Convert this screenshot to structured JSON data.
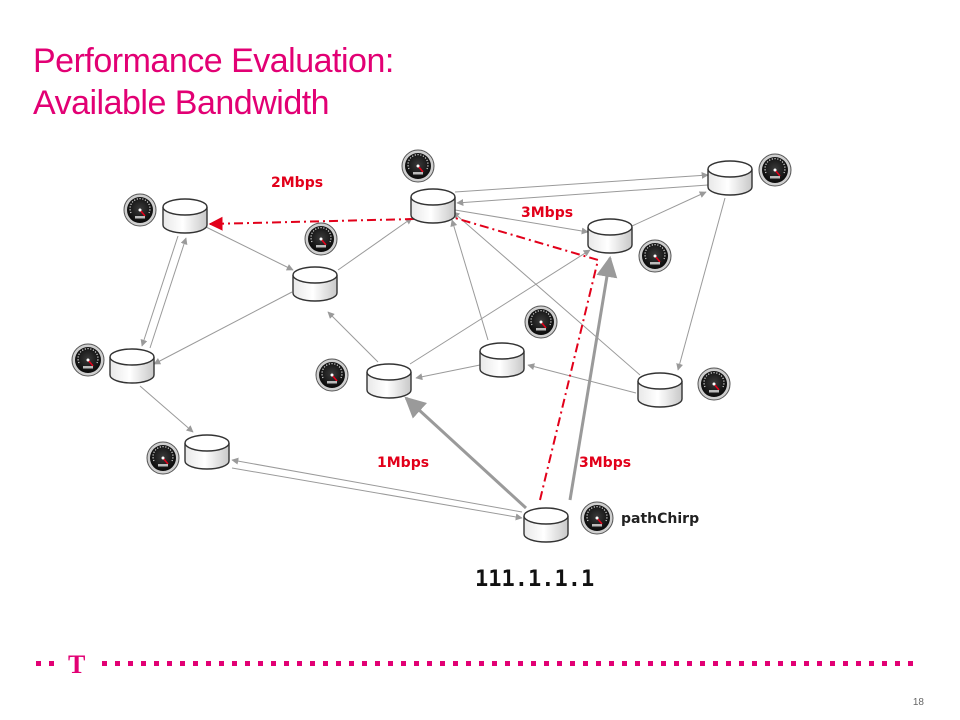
{
  "slide": {
    "title_line1": "Performance Evaluation:",
    "title_line2": "Available Bandwidth",
    "page_number": "18"
  },
  "brand": {
    "color": "#e20074",
    "logo_letter": "T"
  },
  "diagram": {
    "edge_labels": {
      "top_left": "2Mbps",
      "top_right": "3Mbps",
      "bottom_left": "1Mbps",
      "bottom_right": "3Mbps"
    },
    "tool_label": "pathChirp",
    "source_ip": "111.1.1.1",
    "colors": {
      "link": "#9a9a9a",
      "measured_path": "#e2001a",
      "label_red": "#e2001a"
    },
    "icons": {
      "node": "router-cylinder-icon",
      "meter": "speedometer-icon"
    }
  }
}
